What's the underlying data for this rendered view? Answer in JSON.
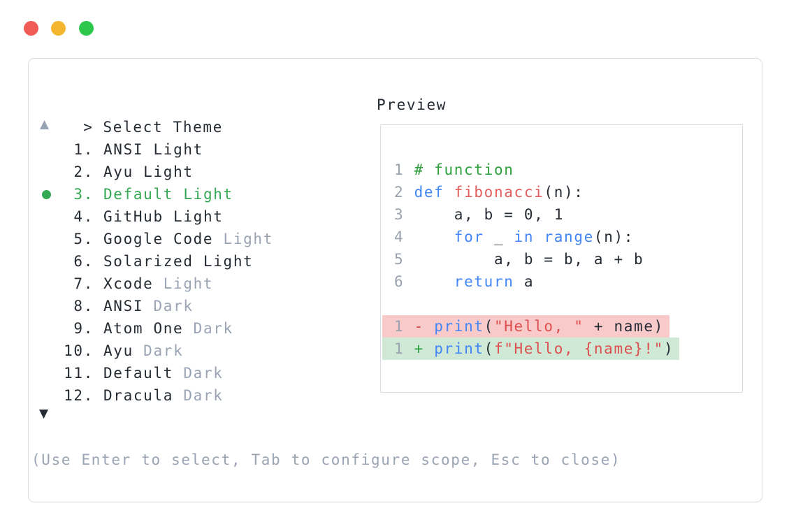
{
  "window": {
    "traffic_lights": [
      {
        "name": "close",
        "color": "#f05b56"
      },
      {
        "name": "minimize",
        "color": "#f4b62e"
      },
      {
        "name": "maximize",
        "color": "#2cc74b"
      }
    ]
  },
  "prompt": {
    "chevron": ">",
    "title": "Select Theme"
  },
  "scroll": {
    "up_symbol": "▲",
    "down_symbol": "▼"
  },
  "themes": {
    "items": [
      {
        "number": "1.",
        "name": "ANSI",
        "variant": "Light",
        "variant_muted": false,
        "selected": false
      },
      {
        "number": "2.",
        "name": "Ayu",
        "variant": "Light",
        "variant_muted": false,
        "selected": false
      },
      {
        "number": "3.",
        "name": "Default",
        "variant": "Light",
        "variant_muted": false,
        "selected": true
      },
      {
        "number": "4.",
        "name": "GitHub",
        "variant": "Light",
        "variant_muted": false,
        "selected": false
      },
      {
        "number": "5.",
        "name": "Google Code",
        "variant": "Light",
        "variant_muted": true,
        "selected": false
      },
      {
        "number": "6.",
        "name": "Solarized",
        "variant": "Light",
        "variant_muted": false,
        "selected": false
      },
      {
        "number": "7.",
        "name": "Xcode",
        "variant": "Light",
        "variant_muted": true,
        "selected": false
      },
      {
        "number": "8.",
        "name": "ANSI",
        "variant": "Dark",
        "variant_muted": true,
        "selected": false
      },
      {
        "number": "9.",
        "name": "Atom One",
        "variant": "Dark",
        "variant_muted": true,
        "selected": false
      },
      {
        "number": "10.",
        "name": "Ayu",
        "variant": "Dark",
        "variant_muted": true,
        "selected": false
      },
      {
        "number": "11.",
        "name": "Default",
        "variant": "Dark",
        "variant_muted": true,
        "selected": false
      },
      {
        "number": "12.",
        "name": "Dracula",
        "variant": "Dark",
        "variant_muted": true,
        "selected": false
      }
    ]
  },
  "preview": {
    "label": "Preview",
    "code_lines": [
      {
        "num": "1",
        "tokens": [
          [
            "# function",
            "comment"
          ]
        ]
      },
      {
        "num": "2",
        "tokens": [
          [
            "def",
            "kw"
          ],
          [
            " ",
            "pl"
          ],
          [
            "fibonacci",
            "fn"
          ],
          [
            "(n):",
            "pl"
          ]
        ]
      },
      {
        "num": "3",
        "tokens": [
          [
            "    a, b = 0, 1",
            "pl"
          ]
        ]
      },
      {
        "num": "4",
        "tokens": [
          [
            "    ",
            "pl"
          ],
          [
            "for",
            "kw"
          ],
          [
            " _ ",
            "pl"
          ],
          [
            "in",
            "kw"
          ],
          [
            " ",
            "pl"
          ],
          [
            "range",
            "kw"
          ],
          [
            "(n):",
            "pl"
          ]
        ]
      },
      {
        "num": "5",
        "tokens": [
          [
            "        a, b = b, a + b",
            "pl"
          ]
        ]
      },
      {
        "num": "6",
        "tokens": [
          [
            "    ",
            "pl"
          ],
          [
            "return",
            "kw"
          ],
          [
            " a",
            "pl"
          ]
        ]
      }
    ],
    "diff_lines": [
      {
        "num": "1",
        "kind": "removed",
        "tokens": [
          [
            "- ",
            "minus"
          ],
          [
            "print",
            "kw"
          ],
          [
            "(",
            "pl"
          ],
          [
            "\"Hello, \"",
            "str"
          ],
          [
            " + name",
            "pl"
          ],
          [
            ")",
            "pl"
          ]
        ]
      },
      {
        "num": "1",
        "kind": "added",
        "tokens": [
          [
            "+ ",
            "plus"
          ],
          [
            "print",
            "kw"
          ],
          [
            "(",
            "pl"
          ],
          [
            "f\"Hello, {name}!\"",
            "str"
          ],
          [
            ")",
            "pl"
          ]
        ]
      }
    ]
  },
  "footer": {
    "hint": "(Use Enter to select, Tab to configure scope, Esc to close)"
  },
  "colors": {
    "ink": "#252b33",
    "muted": "#9aa4b4",
    "arrowMuted": "#98a3b5",
    "border": "#d8dce3",
    "selGreen": "#34a853",
    "comment": "#2f9e3d",
    "kw": "#4285f4",
    "fn": "#e25d5d",
    "str": "#dd4f4f",
    "lineNum": "#9aa2af",
    "minus": "#d64545",
    "plus": "#2f9e3d",
    "removedBg": "#f8caca",
    "addedBg": "#cfe9d6",
    "tlRed": "#f05b56",
    "tlYellow": "#f4b62e",
    "tlGreen": "#2cc74b"
  }
}
